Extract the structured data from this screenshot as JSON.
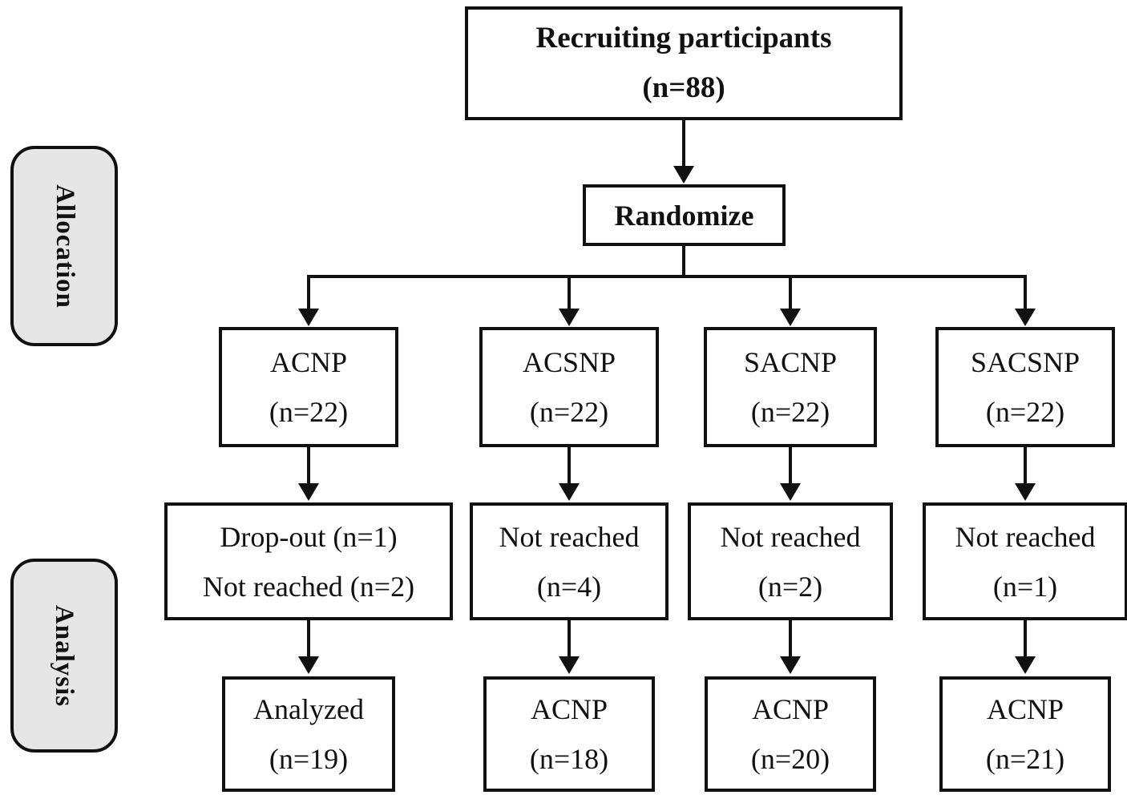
{
  "diagram": {
    "top_box": {
      "line1": "Recruiting participants",
      "line2": "(n=88)"
    },
    "randomize_box": {
      "label": "Randomize"
    },
    "stage_labels": {
      "allocation": "Allocation",
      "analysis": "Analysis"
    },
    "allocation_boxes": [
      {
        "line1": "ACNP",
        "line2": "(n=22)"
      },
      {
        "line1": "ACSNP",
        "line2": "(n=22)"
      },
      {
        "line1": "SACNP",
        "line2": "(n=22)"
      },
      {
        "line1": "SACSNP",
        "line2": "(n=22)"
      }
    ],
    "exclusion_boxes": [
      {
        "line1": "Drop-out (n=1)",
        "line2": "Not reached (n=2)"
      },
      {
        "line1": "Not reached",
        "line2": "(n=4)"
      },
      {
        "line1": "Not reached",
        "line2": "(n=2)"
      },
      {
        "line1": "Not reached",
        "line2": "(n=1)"
      }
    ],
    "analyzed_boxes": [
      {
        "line1": "Analyzed",
        "line2": "(n=19)"
      },
      {
        "line1": "ACNP",
        "line2": "(n=18)"
      },
      {
        "line1": "ACNP",
        "line2": "(n=20)"
      },
      {
        "line1": "ACNP",
        "line2": "(n=21)"
      }
    ],
    "colors": {
      "background": "#ffffff",
      "box_border": "#111111",
      "text": "#111111",
      "stage_label_fill": "#e6e6e6",
      "connector": "#111111"
    }
  }
}
